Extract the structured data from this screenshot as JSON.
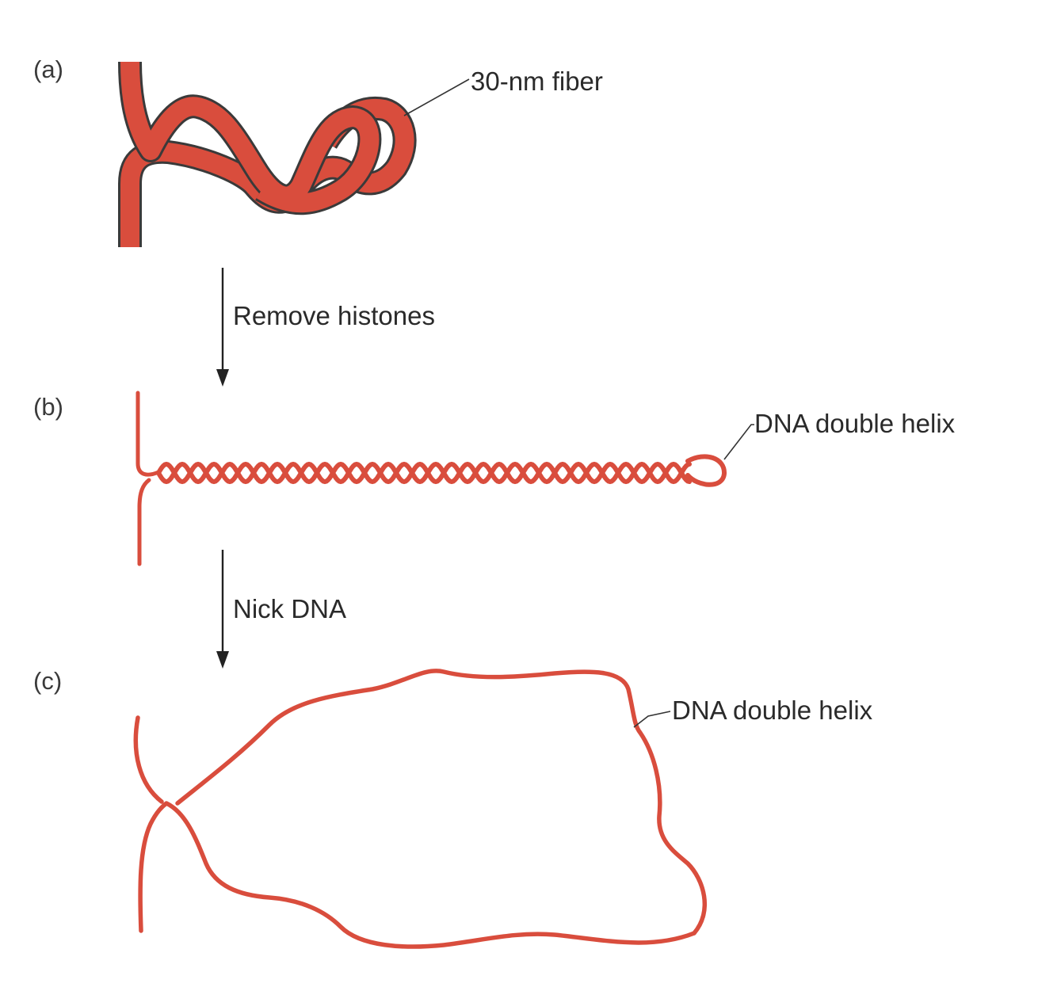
{
  "colors": {
    "strand": "#d94d3d",
    "outline": "#3a3a3a",
    "text": "#2a2a2a"
  },
  "panels": [
    {
      "id": "a",
      "label": "(a)",
      "callout": "30-nm fiber"
    },
    {
      "id": "b",
      "label": "(b)",
      "callout": "DNA double helix"
    },
    {
      "id": "c",
      "label": "(c)",
      "callout": "DNA double helix"
    }
  ],
  "steps": [
    {
      "label": "Remove histones"
    },
    {
      "label": "Nick DNA"
    }
  ]
}
